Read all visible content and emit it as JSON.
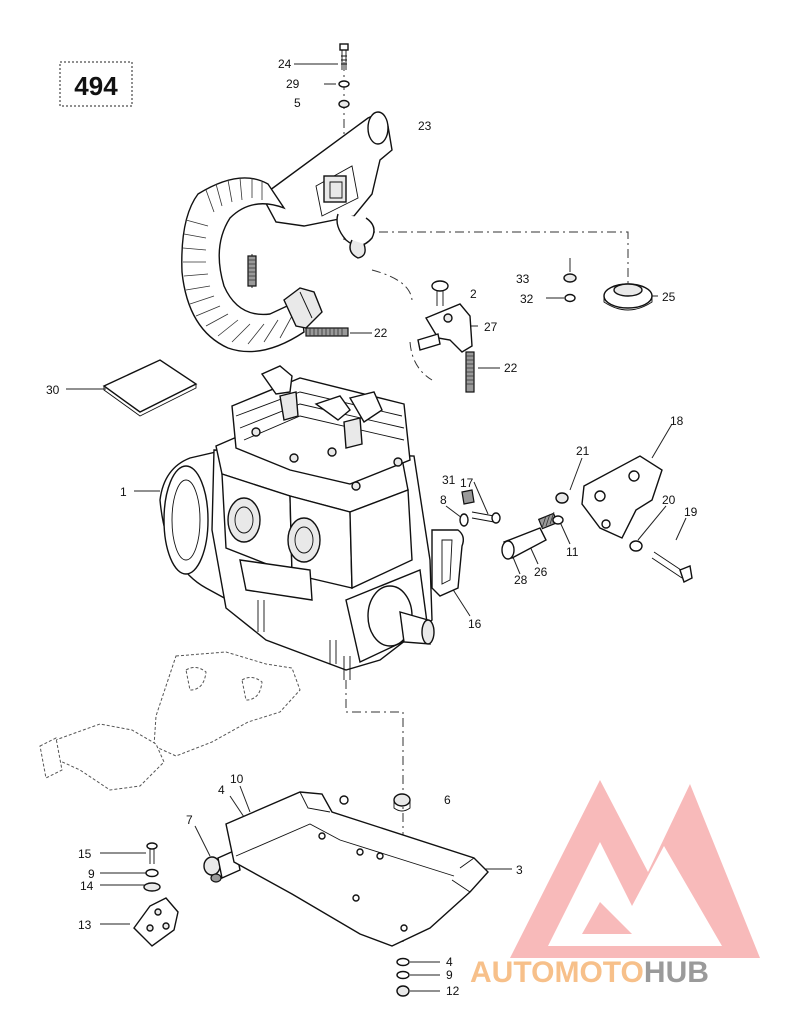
{
  "diagram": {
    "page_number": "494",
    "callouts": [
      "24",
      "29",
      "5",
      "23",
      "33",
      "32",
      "25",
      "2",
      "27",
      "22",
      "22",
      "30",
      "1",
      "18",
      "21",
      "31",
      "17",
      "8",
      "20",
      "19",
      "11",
      "26",
      "28",
      "16",
      "10",
      "4",
      "6",
      "7",
      "3",
      "15",
      "9",
      "14",
      "13",
      "4",
      "9",
      "12"
    ],
    "watermark": {
      "text_a": "AUTO",
      "text_b": "MOTO",
      "text_c": "HUB",
      "color_a": "#f7c08a",
      "color_c": "#9a9a9a",
      "logo_color": "#f5a3a3"
    }
  }
}
